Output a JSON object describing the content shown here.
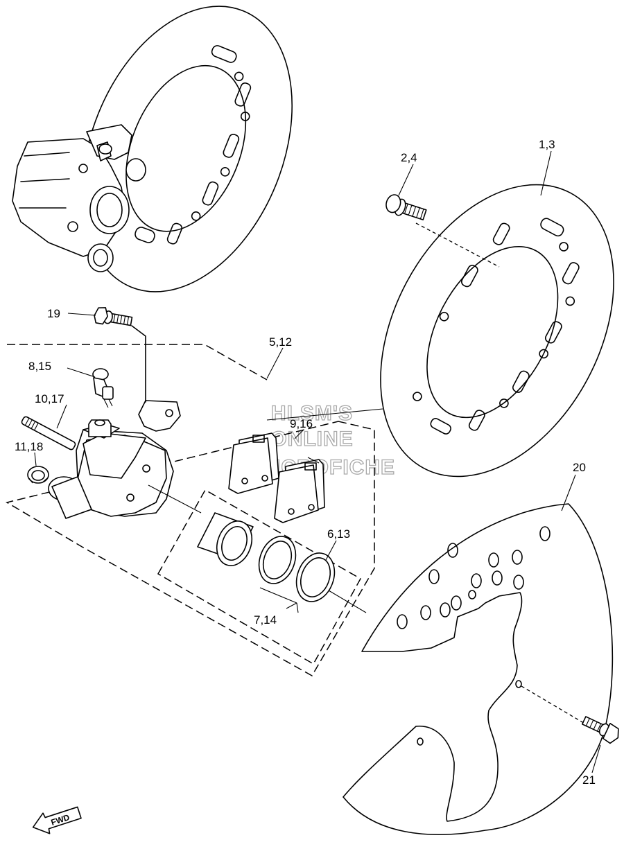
{
  "watermark": {
    "line1": "HLSM'S",
    "line2": "ONLINE",
    "line3": "MICROFICHE"
  },
  "fwd_label": "FWD",
  "callouts": {
    "c1_3": "1,3",
    "c2_4": "2,4",
    "c5_12": "5,12",
    "c6_13": "6,13",
    "c7_14": "7,14",
    "c8_15": "8,15",
    "c9_16": "9,16",
    "c10_17": "10,17",
    "c11_18": "11,18",
    "c19": "19",
    "c20": "20",
    "c21": "21"
  }
}
